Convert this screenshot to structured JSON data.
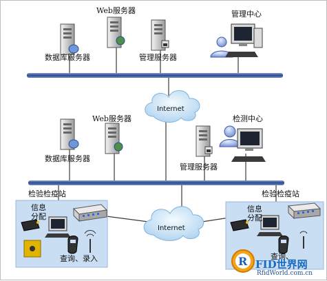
{
  "top": {
    "web_server": "Web服务器",
    "management_center": "管理中心",
    "database_server": "数据库服务器",
    "management_server": "管理服务器"
  },
  "cloud_top": "Internet",
  "mid": {
    "web_server": "Web服务器",
    "inspection_center": "检测中心",
    "database_server": "数据库服务器",
    "management_server": "管理服务器"
  },
  "stations": {
    "left_title": "检验检疫站",
    "right_title": "检验检疫站",
    "left_info_line1": "信息",
    "left_info_line2": "分配",
    "left_query": "查询、录入",
    "right_info_line1": "信息",
    "right_info_line2": "分配",
    "right_query": "查询、"
  },
  "cloud_bottom": "Internet",
  "watermark": {
    "logo_letter": "R",
    "brand": "FID世界网",
    "url": "RfidWorld.com.cn"
  },
  "colors": {
    "bus": "#3f5fa0",
    "cloud": "#cfe6f7",
    "station_bg": "#c9ddf3",
    "line": "#3a3a3a"
  }
}
